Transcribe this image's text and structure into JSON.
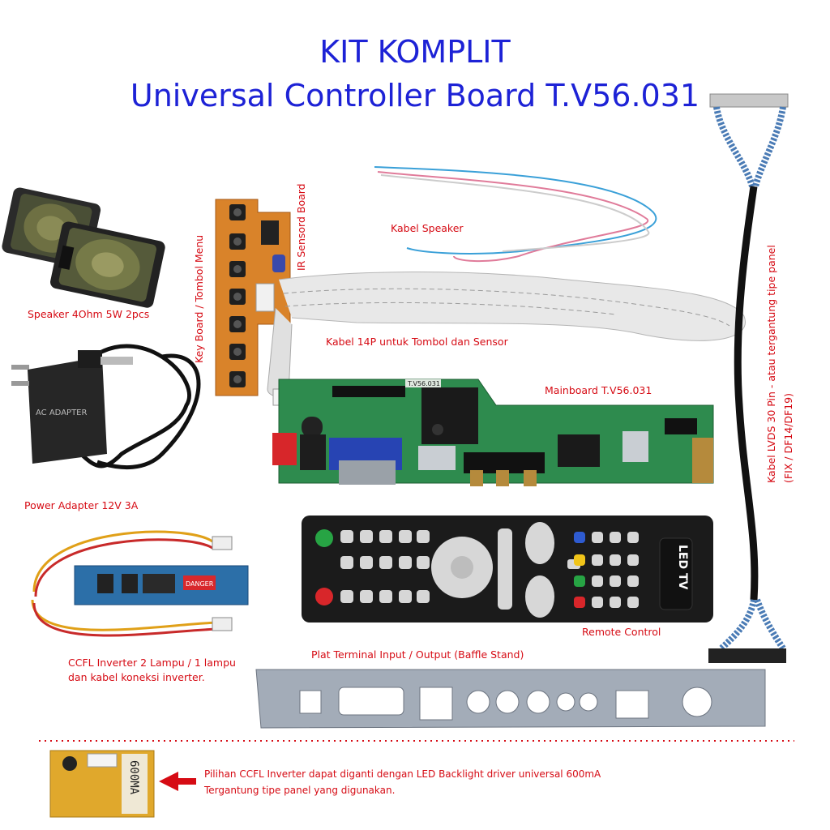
{
  "title": {
    "line1": "KIT KOMPLIT",
    "line2": "Universal Controller Board T.V56.031"
  },
  "labels": {
    "speaker": "Speaker 4Ohm 5W 2pcs",
    "keyboard": "Key Board / Tombol Menu",
    "ir_sensor": "IR Sensord Board",
    "speaker_cable": "Kabel Speaker",
    "cable_14p": "Kabel 14P untuk Tombol dan Sensor",
    "mainboard": "Mainboard T.V56.031",
    "lvds_line1": "Kabel LVDS 30 Pin - atau tergantung tipe panel",
    "lvds_line2": "(FIX / DF14/DF19)",
    "power_adapter": "Power Adapter 12V 3A",
    "inverter_line1": "CCFL Inverter 2 Lampu / 1 lampu",
    "inverter_line2": "dan kabel koneksi inverter.",
    "remote": "Remote Control",
    "plate": "Plat Terminal Input / Output (Baffle Stand)"
  },
  "product_text": {
    "adapter": "AC ADAPTER",
    "remote_brand": "LED TV",
    "board_silk": "T.V56.031",
    "inverter_warning": "DANGER",
    "led_driver": "600MA"
  },
  "footnote": {
    "line1": "Pilihan CCFL Inverter dapat diganti dengan LED Backlight driver universal 600mA",
    "line2": "Tergantung tipe panel yang digunakan."
  },
  "colors": {
    "title": "#1d22d6",
    "label": "#d60b14",
    "pcb_green": "#2e8b4e",
    "keyboard_pcb": "#d9832a"
  }
}
